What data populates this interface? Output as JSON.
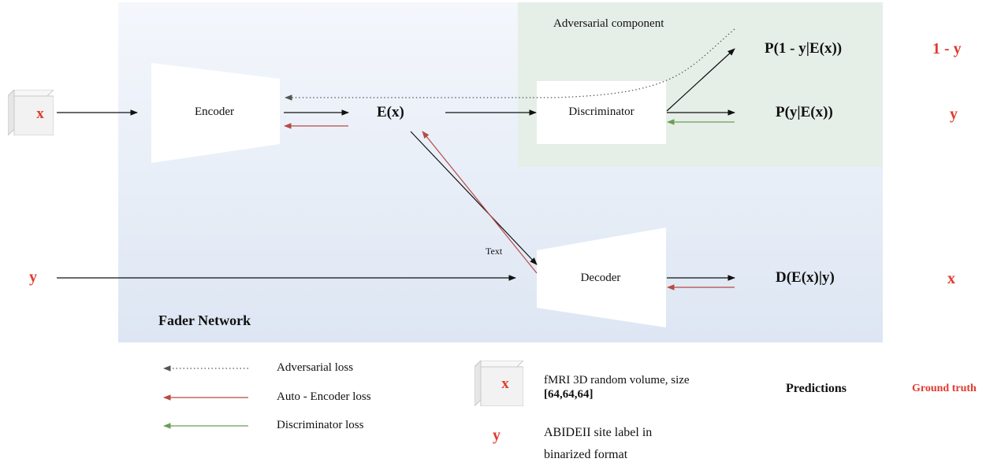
{
  "diagram": {
    "adversarial_title": "Adversarial component",
    "fader_title": "Fader Network",
    "encoder_label": "Encoder",
    "decoder_label": "Decoder",
    "discriminator_label": "Discriminator",
    "latent_label": "E(x)",
    "input_x": "x",
    "input_y": "y",
    "edge_text": "Text",
    "outputs": {
      "p_not_y": "P(1 - y|E(x))",
      "p_y": "P(y|E(x))",
      "decoded": "D(E(x)|y)"
    },
    "truths": {
      "not_y": "1 - y",
      "y": "y",
      "x": "x"
    }
  },
  "legend": {
    "adversarial_loss": "Adversarial loss",
    "autoencoder_loss": "Auto - Encoder loss",
    "discriminator_loss": "Discriminator loss",
    "cube_symbol": "x",
    "y_symbol": "y",
    "fmri_desc_line1": "fMRI 3D random volume, size",
    "fmri_desc_line2": "[64,64,64]",
    "abide_line1": "ABIDEII site label in",
    "abide_line2": "binarized format",
    "predictions": "Predictions",
    "ground_truth": "Ground truth"
  },
  "colors": {
    "red_text": "#e03a2e",
    "autoencoder_loss": "#b84a45",
    "discriminator_loss": "#6b9e55",
    "adversarial_loss": "#555555"
  }
}
